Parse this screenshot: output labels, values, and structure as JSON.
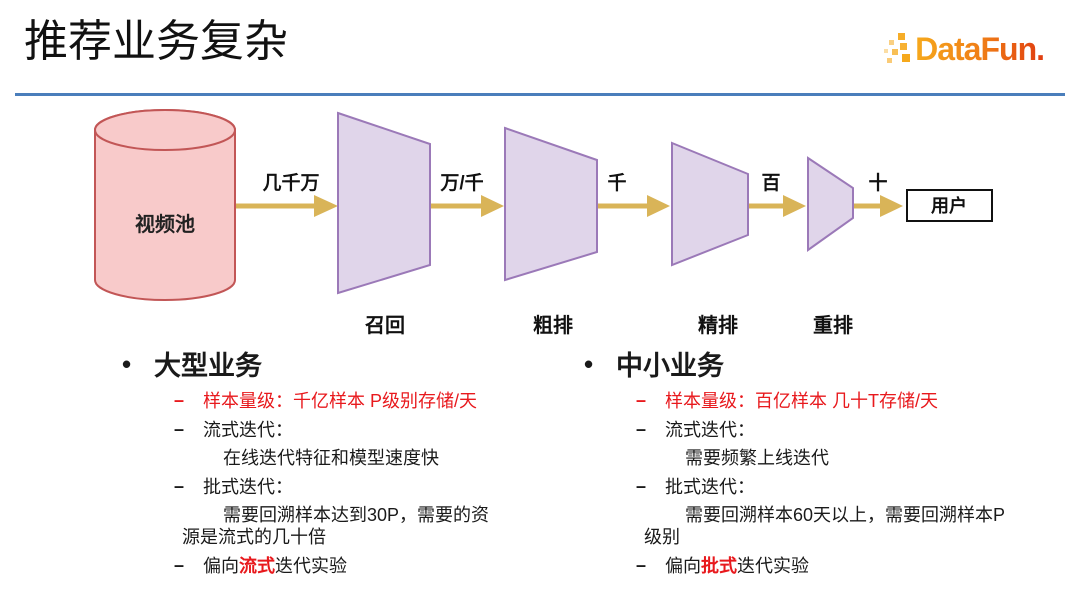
{
  "header": {
    "title": "推荐业务复杂",
    "logo_text": "DataFun."
  },
  "funnel": {
    "source_label": "视频池",
    "flow_labels": [
      "几千万",
      "万/千",
      "千",
      "百",
      "十"
    ],
    "stage_labels": [
      "召回",
      "粗排",
      "精排",
      "重排"
    ],
    "sink_label": "用户"
  },
  "columns": [
    {
      "heading": "大型业务",
      "bullet_glyph": "•",
      "dash_glyph": "–",
      "sample_scale": "样本量级：千亿样本 P级别存储/天",
      "streaming_title": "流式迭代：",
      "streaming_detail": "在线迭代特征和模型速度快",
      "batch_title": "批式迭代：",
      "batch_detail": "需要回溯样本达到30P，需要的资源是流式的几十倍",
      "preference_prefix": "偏向",
      "preference_emphasis": "流式",
      "preference_suffix": "迭代实验"
    },
    {
      "heading": "中小业务",
      "bullet_glyph": "•",
      "dash_glyph": "–",
      "sample_scale": "样本量级：百亿样本 几十T存储/天",
      "streaming_title": "流式迭代：",
      "streaming_detail": "需要频繁上线迭代",
      "batch_title": "批式迭代：",
      "batch_detail": "需要回溯样本60天以上，需要回溯样本P级别",
      "preference_prefix": "偏向",
      "preference_emphasis": "批式",
      "preference_suffix": "迭代实验"
    }
  ],
  "colors": {
    "accent_red": "#e8191d",
    "divider_blue": "#4a7ebb",
    "cylinder_fill": "#f8caca",
    "cylinder_border": "#c25656",
    "funnel_fill": "#e0d5ea",
    "funnel_border": "#9b79b8",
    "arrow_gold": "#d9b458",
    "logo_orange": "#f6a91c",
    "logo_red": "#e03c10"
  }
}
